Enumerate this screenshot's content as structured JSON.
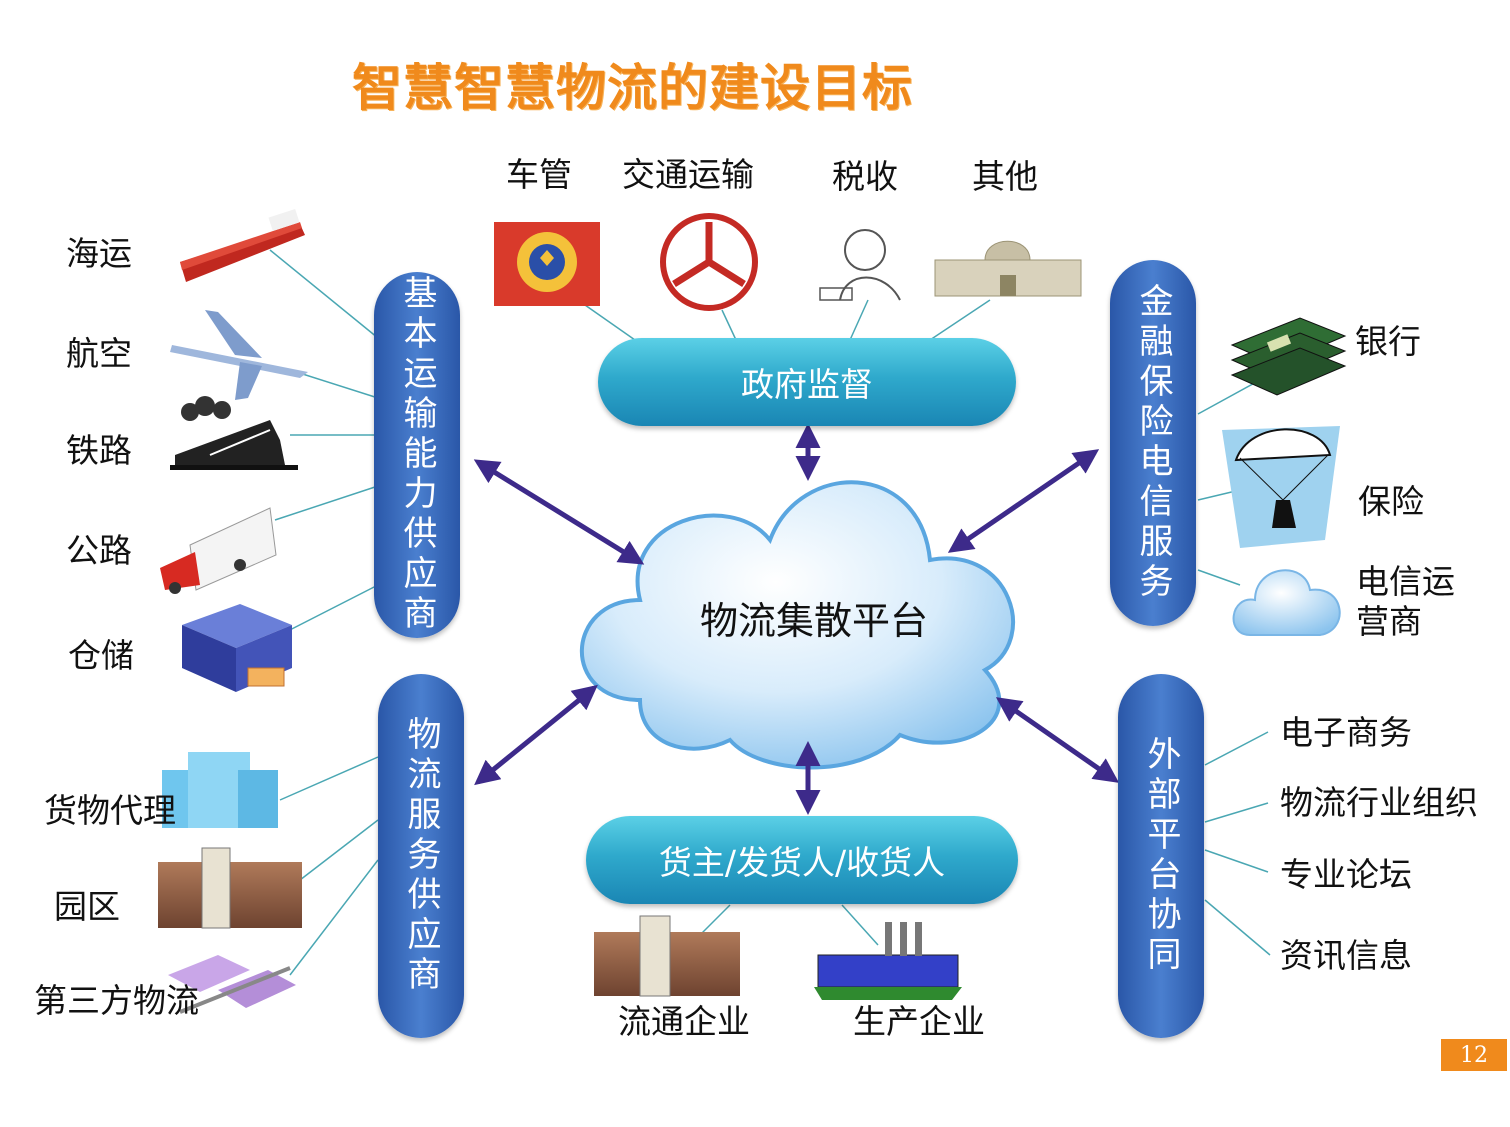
{
  "title": "智慧智慧物流的建设目标",
  "center": "物流集散平台",
  "gov": {
    "label": "政府监督",
    "items": [
      "车管",
      "交通运输",
      "税收",
      "其他"
    ]
  },
  "shipper": {
    "label": "货主/发货人/收货人",
    "items": [
      "流通企业",
      "生产企业"
    ]
  },
  "transport": {
    "label": "基本运输能力供应商",
    "items": [
      "海运",
      "航空",
      "铁路",
      "公路",
      "仓储"
    ]
  },
  "logistics": {
    "label": "物流服务供应商",
    "items": [
      "货物代理",
      "园区",
      "第三方物流"
    ]
  },
  "finance": {
    "label": "金融保险电信服务",
    "items": [
      "银行",
      "保险",
      "电信运营商"
    ]
  },
  "external": {
    "label": "外部平台协同",
    "items": [
      "电子商务",
      "物流行业组织",
      "专业论坛",
      "资讯信息"
    ]
  },
  "page_number": "12",
  "colors": {
    "title": "#f08a1c",
    "pill_cyan": "#2fa9cc",
    "pill_blue": "#3b6cc0",
    "arrow": "#3d2a8a",
    "line": "#4aa7b3"
  }
}
